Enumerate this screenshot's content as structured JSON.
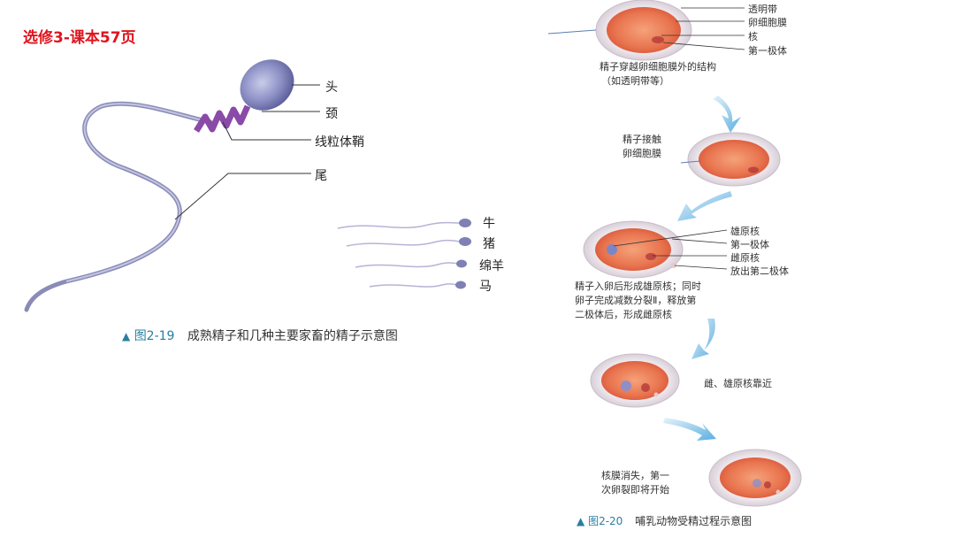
{
  "slide_title": "选修3-课本57页",
  "fig19": {
    "labels": {
      "head": "头",
      "neck": "颈",
      "mito": "线粒体鞘",
      "tail": "尾"
    },
    "species": [
      "牛",
      "猪",
      "绵羊",
      "马"
    ],
    "caption_marker": "▲",
    "caption_num": "图2-19",
    "caption_text": "成熟精子和几种主要家畜的精子示意图"
  },
  "fig20": {
    "top_labels": [
      "透明带",
      "卵细胞膜",
      "核",
      "第一极体"
    ],
    "step1_text": [
      "精子穿越卵细胞膜外的结构",
      "（如透明带等）"
    ],
    "step2_text": [
      "精子接触",
      "卵细胞膜"
    ],
    "step3_labels": [
      "雄原核",
      "第一极体",
      "雌原核",
      "放出第二极体"
    ],
    "step3_text": [
      "精子入卵后形成雄原核；同时",
      "卵子完成减数分裂Ⅱ，释放第",
      "二极体后，形成雌原核"
    ],
    "step4_text": "雌、雄原核靠近",
    "step5_text": [
      "核膜消失，第一",
      "次卵裂即将开始"
    ],
    "caption_marker": "▲",
    "caption_num": "图2-20",
    "caption_text": "哺乳动物受精过程示意图"
  }
}
